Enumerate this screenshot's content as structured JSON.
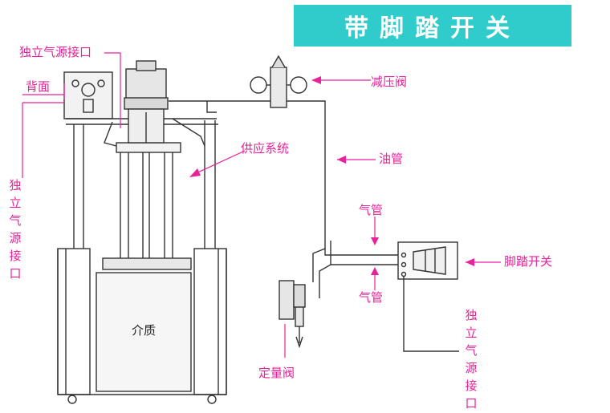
{
  "title": "带脚踏开关",
  "labels": {
    "back": "背面",
    "air_port_top": "独立气源接口",
    "air_port_left": "独立气源接口",
    "pressure_valve": "减压阀",
    "supply_system": "供应系统",
    "oil_pipe": "油管",
    "air_pipe_top": "气管",
    "air_pipe_bottom": "气管",
    "foot_switch": "脚踏开关",
    "air_port_right": "独立气源接口",
    "dosing_valve": "定量阀",
    "medium": "介质"
  },
  "colors": {
    "banner": "#30cccc",
    "label": "#e8229a",
    "line": "#333333",
    "machine_fill": "#eeeeee"
  }
}
